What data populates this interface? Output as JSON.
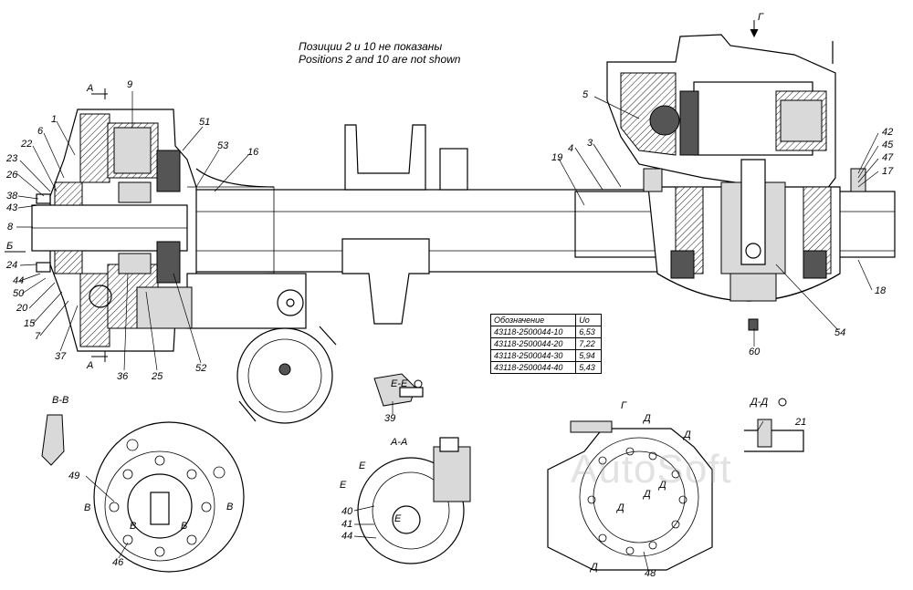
{
  "note": {
    "line_ru": "Позиции 2 и 10 не показаны",
    "line_en": "Positions 2 and 10 are not shown"
  },
  "ratio_table": {
    "headers": [
      "Обозначение",
      "Uо"
    ],
    "rows": [
      [
        "43118-2500044-10",
        "6,53"
      ],
      [
        "43118-2500044-20",
        "7,22"
      ],
      [
        "43118-2500044-30",
        "5,94"
      ],
      [
        "43118-2500044-40",
        "5,43"
      ]
    ]
  },
  "views": {
    "a": "А",
    "b": "Б",
    "g": "Г",
    "aa": "А-А",
    "vv": "В-В",
    "ee": "Е-Е",
    "dd": "Д-Д",
    "v": "В",
    "e": "Е",
    "d": "Д"
  },
  "callouts": {
    "c1": "1",
    "c3": "3",
    "c4": "4",
    "c5": "5",
    "c6": "6",
    "c7": "7",
    "c8": "8",
    "c9": "9",
    "c15": "15",
    "c16": "16",
    "c17": "17",
    "c18": "18",
    "c19": "19",
    "c20": "20",
    "c21": "21",
    "c22": "22",
    "c23": "23",
    "c24": "24",
    "c25": "25",
    "c26": "26",
    "c36": "36",
    "c37": "37",
    "c38": "38",
    "c39": "39",
    "c40": "40",
    "c41": "41",
    "c42": "42",
    "c43": "43",
    "c44": "44",
    "c44b": "44",
    "c45": "45",
    "c46": "46",
    "c47": "47",
    "c48": "48",
    "c49": "49",
    "c50": "50",
    "c51": "51",
    "c52": "52",
    "c53": "53",
    "c54": "54",
    "c60": "60"
  },
  "watermark": "AutoSoft"
}
